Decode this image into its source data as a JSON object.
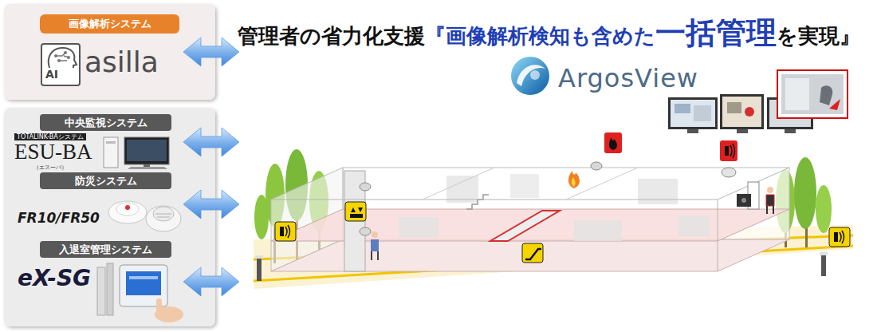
{
  "diagram": {
    "title": "管理者の省力化支援",
    "nodes": [
      {
        "text": [
          "画像解析システム",
          "asilla"
        ]
      },
      {
        "text": [
          "中央監視システム",
          "TOTALINK-BAシステム",
          "ESU-BA",
          "（エスーバ）"
        ]
      },
      {
        "text": [
          "防災システム",
          "FR10/FR50"
        ]
      },
      {
        "text": [
          "入退室管理システム",
          "eX-SG"
        ]
      },
      {
        "text": [
          "ArgosView"
        ]
      }
    ],
    "edges": [
      {
        "from": 0,
        "to": 4,
        "arrow": "both"
      },
      {
        "from": 1,
        "to": 4,
        "arrow": "both"
      },
      {
        "from": 2,
        "to": 4,
        "arrow": "both"
      },
      {
        "from": 3,
        "to": 4,
        "arrow": "both"
      }
    ],
    "labels": [
      "『画像解析検知も含めた",
      "一括管理",
      "を実現』",
      "AI"
    ]
  }
}
